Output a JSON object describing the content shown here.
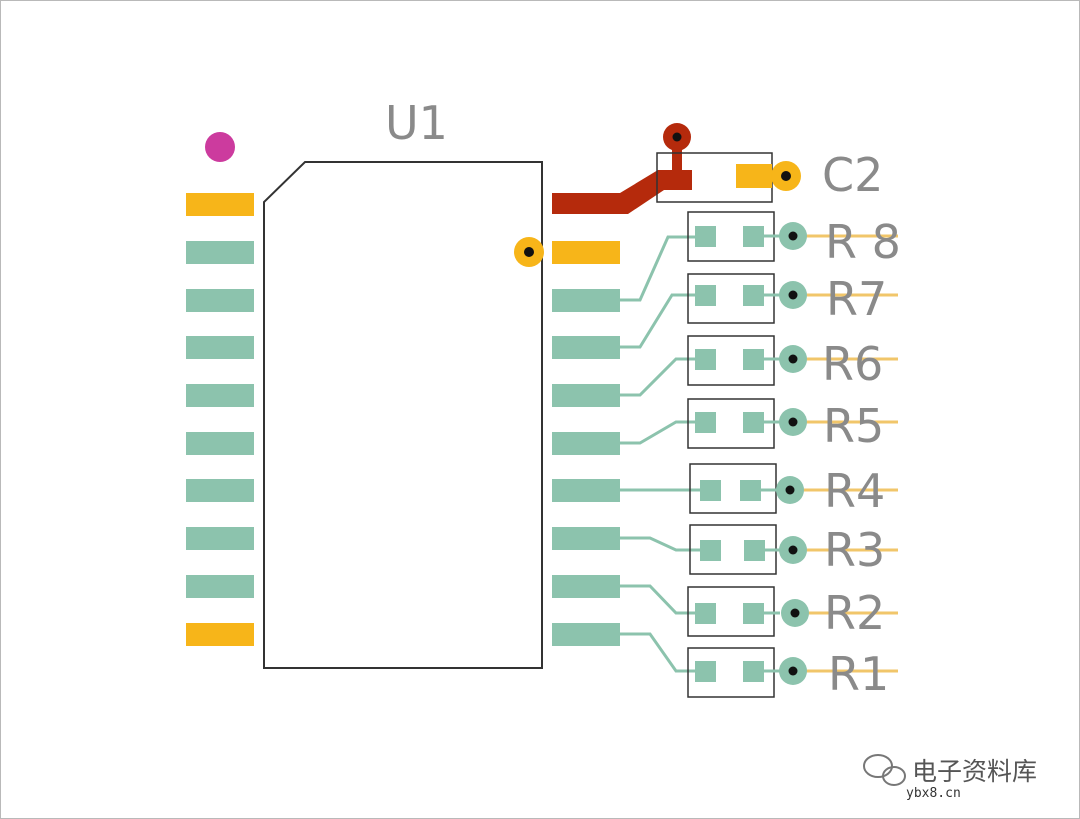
{
  "labels": {
    "u1": "U1",
    "c2": "C2",
    "r8": "R 8",
    "r7": "R7",
    "r6": "R6",
    "r5": "R5",
    "r4": "R4",
    "r3": "R3",
    "r2": "R2",
    "r1": "R1"
  },
  "watermark": {
    "text": "电子资料库",
    "url": "ybx8.cn"
  },
  "colors": {
    "pad_green": "#8cc3ad",
    "pad_yellow": "#f7b519",
    "trace_red": "#b52a0c",
    "pin1_dot": "#cc3b9e",
    "via_gold": "#f1c66a",
    "outline": "#333333"
  }
}
